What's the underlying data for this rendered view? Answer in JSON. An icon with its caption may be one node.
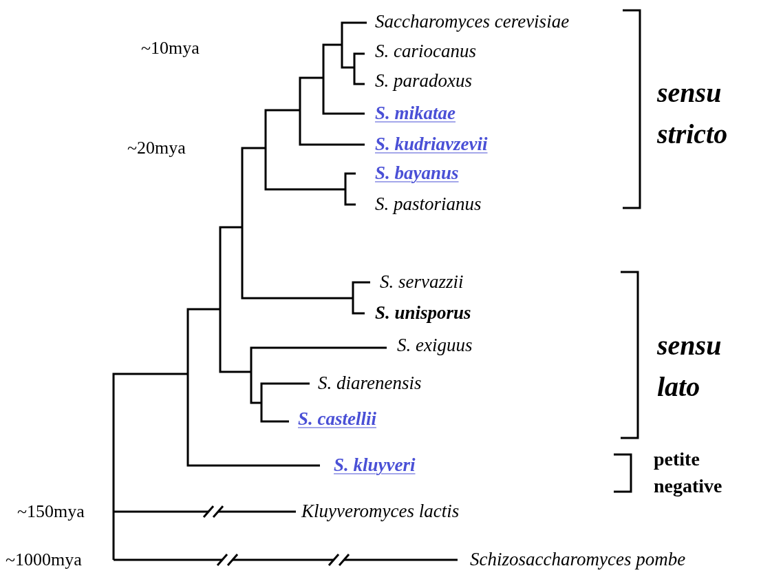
{
  "diagram": {
    "labels": [
      "Saccharomyces cerevisiae",
      "~10mya",
      "S. cariocanus",
      "S. paradoxus",
      "S. mikatae",
      "sensu stricto",
      "~20mya",
      "S. kudriavzevii",
      "S. bayanus",
      "S. pastorianus",
      "S. servazzii",
      "S. unisporus",
      "S. exiguus",
      "sensu lato",
      "S. diarenensis",
      "S. castellii",
      "S. kluyveri",
      "petite negative",
      "~150mya",
      "Kluyveromyces lactis",
      "~1000mya",
      "Schizosaccharomyces pombe"
    ]
  }
}
